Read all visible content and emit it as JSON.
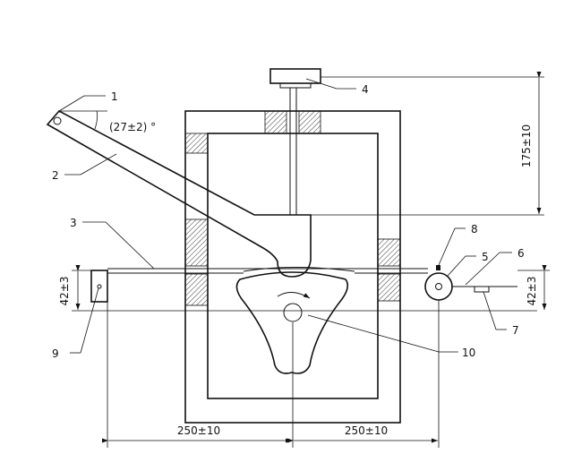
{
  "labels": {
    "l1": "1",
    "l2": "2",
    "l3": "3",
    "l4": "4",
    "l5": "5",
    "l6": "6",
    "l7": "7",
    "l8": "8",
    "l9": "9",
    "l10": "10"
  },
  "dimensions": {
    "angle": "(27±2) °",
    "height_top": "175±10",
    "height_left": "42±3",
    "height_right": "42±3",
    "width_left": "250±10",
    "width_right": "250±10"
  }
}
